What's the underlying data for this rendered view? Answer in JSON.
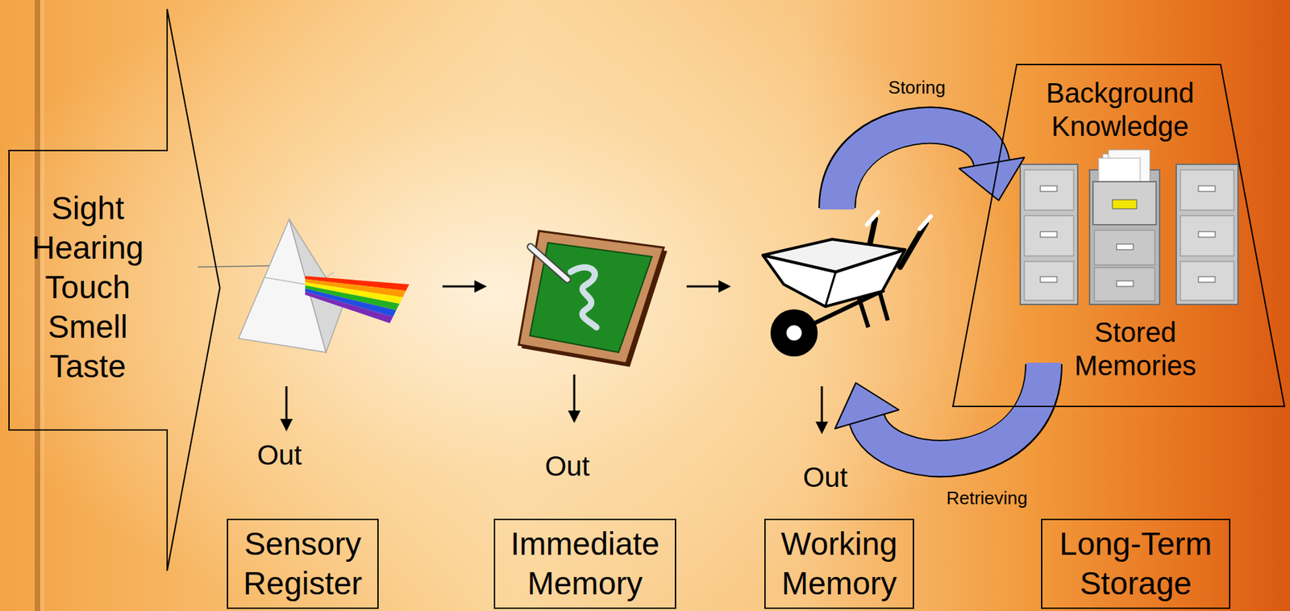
{
  "diagram": {
    "nodes": [
      {
        "text": [
          "Sight Hearing Touch Smell Taste"
        ]
      },
      {
        "text": [
          "Background Knowledge",
          "Stored Memories"
        ]
      },
      {
        "text": [
          "Sensory Register"
        ]
      },
      {
        "text": [
          "Immediate Memory"
        ]
      },
      {
        "text": [
          "Working Memory"
        ]
      },
      {
        "text": [
          "Long-Term Storage"
        ]
      }
    ],
    "labels": [
      "Storing",
      "Out",
      "Out",
      "Out",
      "Retrieving"
    ]
  }
}
